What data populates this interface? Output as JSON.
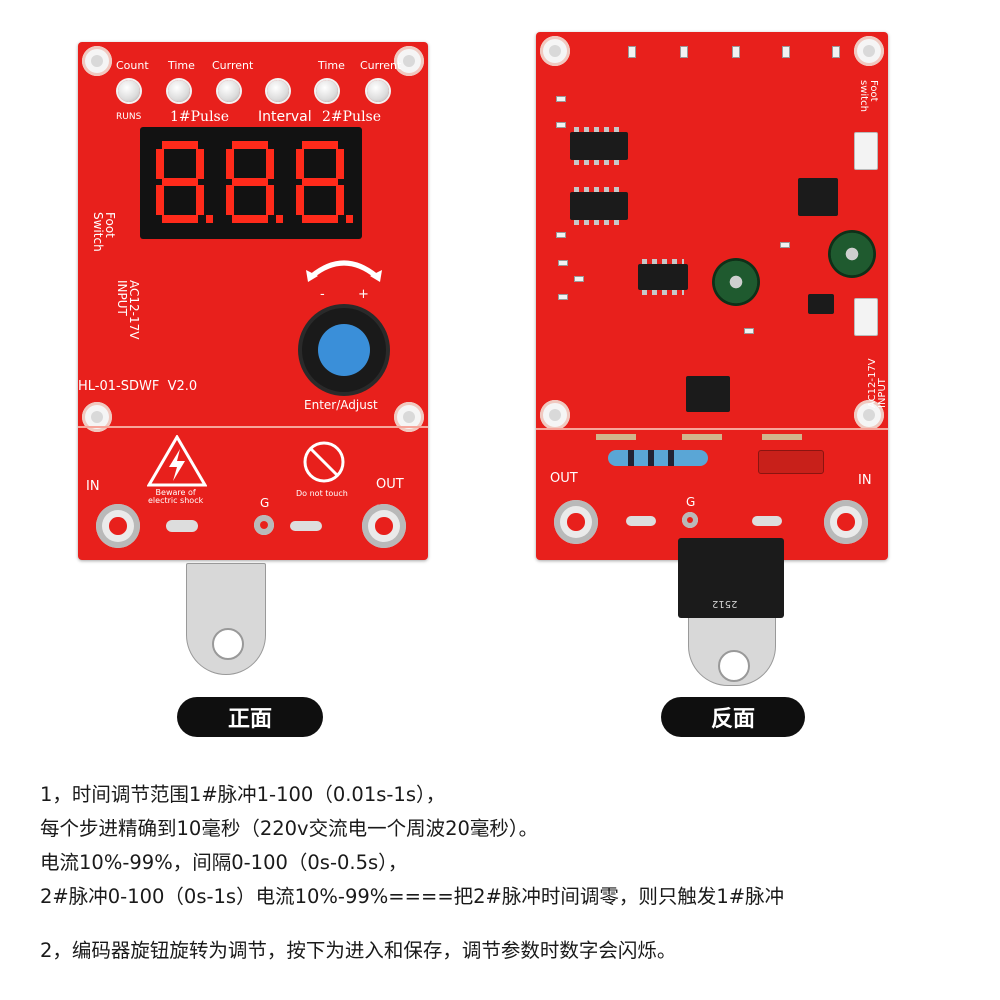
{
  "front": {
    "led_labels": [
      "Count",
      "Time",
      "Current",
      "Time",
      "Current"
    ],
    "runs_label": "RUNS",
    "mode_labels": [
      "1#Pulse",
      "Interval",
      "2#Pulse"
    ],
    "display_text": "8.8.8.",
    "foot_switch": "Foot\nSwitch",
    "ac_input": "AC12-17V\nINPUT",
    "model": "HL-01-SDWF  V2.0",
    "minus": "-",
    "plus": "+",
    "knob_label": "Enter/Adjust",
    "warning_text": "Beware of\nelectric shock",
    "no_touch_text": "Do not touch",
    "in_label": "IN",
    "out_label": "OUT",
    "g_label": "G"
  },
  "back": {
    "foot_switch": "Foot\nswitch",
    "ac_input": "AC12-17V\nINPUT",
    "out_label": "OUT",
    "in_label": "IN",
    "g_label": "G",
    "triac_code": "2512"
  },
  "captions": {
    "front": "正面",
    "back": "反面"
  },
  "notes": [
    "1，时间调节范围1#脉冲1-100（0.01s-1s），",
    "每个步进精确到10毫秒（220v交流电一个周波20毫秒）。",
    "电流10%-99%，间隔0-100（0s-0.5s），",
    "2#脉冲0-100（0s-1s）电流10%-99%====把2#脉冲时间调零，则只触发1#脉冲",
    "2，编码器旋钮旋转为调节，按下为进入和保存，调节参数时数字会闪烁。"
  ],
  "colors": {
    "pcb": "#e8201c",
    "display": "#121212",
    "digit": "#ff2a1a",
    "knob_cap": "#3a8fd9",
    "pill": "#0f0f0f"
  }
}
